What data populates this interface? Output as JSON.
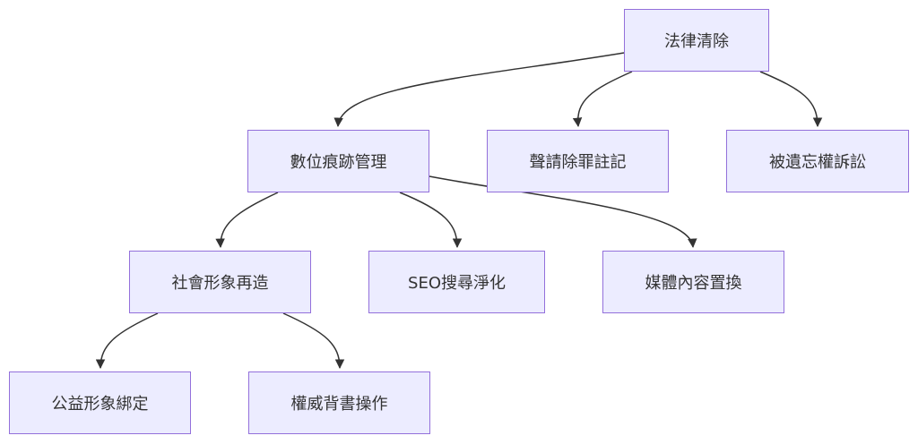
{
  "diagram": {
    "type": "flowchart",
    "nodes": [
      {
        "id": "legal",
        "label": "法律清除"
      },
      {
        "id": "digital",
        "label": "數位痕跡管理"
      },
      {
        "id": "petition",
        "label": "聲請除罪註記"
      },
      {
        "id": "forgotten",
        "label": "被遺忘權訴訟"
      },
      {
        "id": "social",
        "label": "社會形象再造"
      },
      {
        "id": "seo",
        "label": "SEO搜尋淨化"
      },
      {
        "id": "media",
        "label": "媒體內容置換"
      },
      {
        "id": "charity",
        "label": "公益形象綁定"
      },
      {
        "id": "authority",
        "label": "權威背書操作"
      }
    ],
    "edges": [
      {
        "from": "legal",
        "to": "digital"
      },
      {
        "from": "legal",
        "to": "petition"
      },
      {
        "from": "legal",
        "to": "forgotten"
      },
      {
        "from": "digital",
        "to": "social"
      },
      {
        "from": "digital",
        "to": "seo"
      },
      {
        "from": "digital",
        "to": "media"
      },
      {
        "from": "social",
        "to": "charity"
      },
      {
        "from": "social",
        "to": "authority"
      }
    ],
    "colors": {
      "node_fill": "#ececff",
      "node_border": "#9370db",
      "edge": "#333333",
      "text": "#333333"
    }
  }
}
